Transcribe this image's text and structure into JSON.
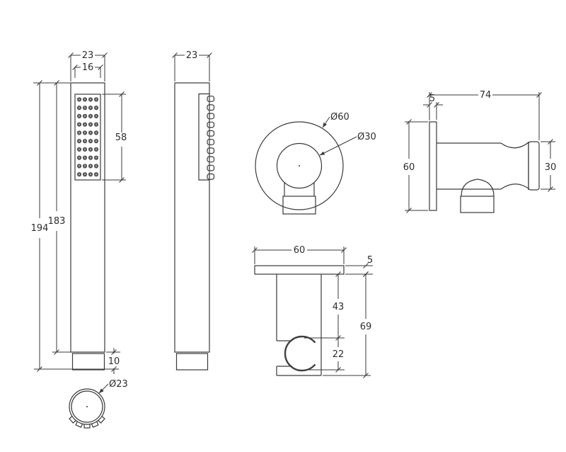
{
  "drawing": {
    "title": "shower-kit-technical-drawing",
    "background_color": "#ffffff",
    "line_color": "#3a3a3a",
    "text_color": "#2d2d2d",
    "views": {
      "handset_front": {
        "dim_width": "23",
        "dim_face_width": "16",
        "dim_spray_height": "58",
        "dim_body_height": "183",
        "dim_total_height": "194",
        "dim_thread_height": "10"
      },
      "handset_side": {
        "dim_width": "23"
      },
      "handset_bottom": {
        "dim_diameter": "Ø23"
      },
      "outlet_front": {
        "dim_outer_diameter": "Ø60",
        "dim_inner_diameter": "Ø30"
      },
      "outlet_side": {
        "dim_depth": "74",
        "dim_plate_thickness": "5",
        "dim_plate_height": "60",
        "dim_holder_diameter": "30"
      },
      "holder_bracket_side": {
        "dim_plate_width": "60",
        "dim_plate_thickness": "5",
        "dim_upper_height": "43",
        "dim_overall_height": "69",
        "dim_cradle_height": "22"
      }
    }
  }
}
